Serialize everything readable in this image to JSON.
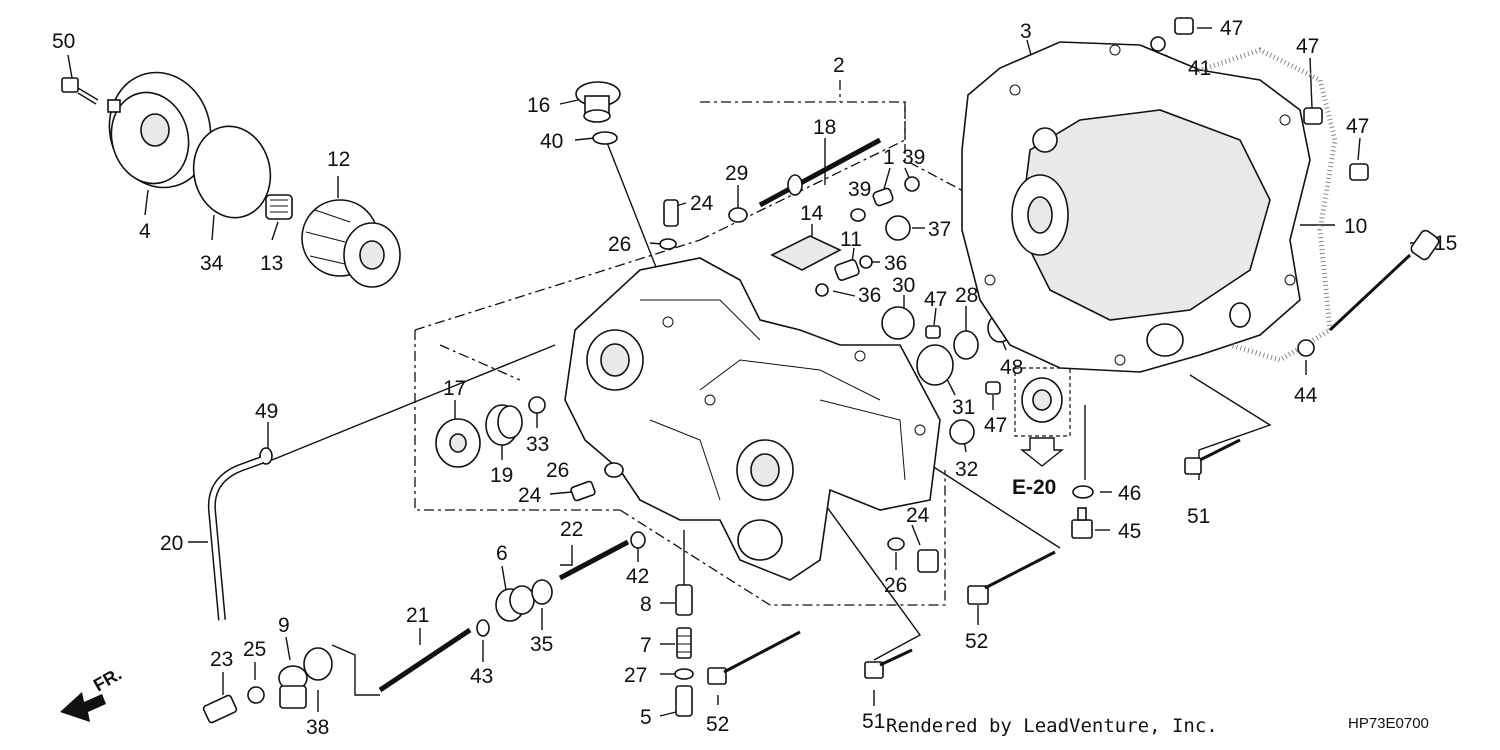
{
  "diagram": {
    "parts": [
      {
        "id": "p50",
        "label": "50"
      },
      {
        "id": "p4",
        "label": "4"
      },
      {
        "id": "p34",
        "label": "34"
      },
      {
        "id": "p13",
        "label": "13"
      },
      {
        "id": "p12",
        "label": "12"
      },
      {
        "id": "p16",
        "label": "16"
      },
      {
        "id": "p40",
        "label": "40"
      },
      {
        "id": "p2",
        "label": "2"
      },
      {
        "id": "p18",
        "label": "18"
      },
      {
        "id": "p1",
        "label": "1"
      },
      {
        "id": "p39a",
        "label": "39"
      },
      {
        "id": "p39b",
        "label": "39"
      },
      {
        "id": "p29",
        "label": "29"
      },
      {
        "id": "p24a",
        "label": "24"
      },
      {
        "id": "p26a",
        "label": "26"
      },
      {
        "id": "p14",
        "label": "14"
      },
      {
        "id": "p11",
        "label": "11"
      },
      {
        "id": "p37",
        "label": "37"
      },
      {
        "id": "p36a",
        "label": "36"
      },
      {
        "id": "p36b",
        "label": "36"
      },
      {
        "id": "p30",
        "label": "30"
      },
      {
        "id": "p47a",
        "label": "47"
      },
      {
        "id": "p28",
        "label": "28"
      },
      {
        "id": "p48",
        "label": "48"
      },
      {
        "id": "p31",
        "label": "31"
      },
      {
        "id": "p47b",
        "label": "47"
      },
      {
        "id": "p32",
        "label": "32"
      },
      {
        "id": "p3",
        "label": "3"
      },
      {
        "id": "p47c",
        "label": "47"
      },
      {
        "id": "p41",
        "label": "41"
      },
      {
        "id": "p47d",
        "label": "47"
      },
      {
        "id": "p47e",
        "label": "47"
      },
      {
        "id": "p10",
        "label": "10"
      },
      {
        "id": "p15",
        "label": "15"
      },
      {
        "id": "p44",
        "label": "44"
      },
      {
        "id": "p51a",
        "label": "51"
      },
      {
        "id": "p46",
        "label": "46"
      },
      {
        "id": "p45",
        "label": "45"
      },
      {
        "id": "p17",
        "label": "17"
      },
      {
        "id": "p19",
        "label": "19"
      },
      {
        "id": "p33",
        "label": "33"
      },
      {
        "id": "p26b",
        "label": "26"
      },
      {
        "id": "p24b",
        "label": "24"
      },
      {
        "id": "p49",
        "label": "49"
      },
      {
        "id": "p20",
        "label": "20"
      },
      {
        "id": "p22",
        "label": "22"
      },
      {
        "id": "p42",
        "label": "42"
      },
      {
        "id": "p6",
        "label": "6"
      },
      {
        "id": "p35",
        "label": "35"
      },
      {
        "id": "p21",
        "label": "21"
      },
      {
        "id": "p43",
        "label": "43"
      },
      {
        "id": "p9",
        "label": "9"
      },
      {
        "id": "p25",
        "label": "25"
      },
      {
        "id": "p23",
        "label": "23"
      },
      {
        "id": "p38",
        "label": "38"
      },
      {
        "id": "p8",
        "label": "8"
      },
      {
        "id": "p7",
        "label": "7"
      },
      {
        "id": "p27",
        "label": "27"
      },
      {
        "id": "p5",
        "label": "5"
      },
      {
        "id": "p52a",
        "label": "52"
      },
      {
        "id": "p51b",
        "label": "51"
      },
      {
        "id": "p24c",
        "label": "24"
      },
      {
        "id": "p26c",
        "label": "26"
      },
      {
        "id": "p52b",
        "label": "52"
      }
    ],
    "reference": "E-20",
    "front_marker": "FR.",
    "credit": "Rendered by LeadVenture, Inc.",
    "drawing_code": "HP73E0700"
  }
}
